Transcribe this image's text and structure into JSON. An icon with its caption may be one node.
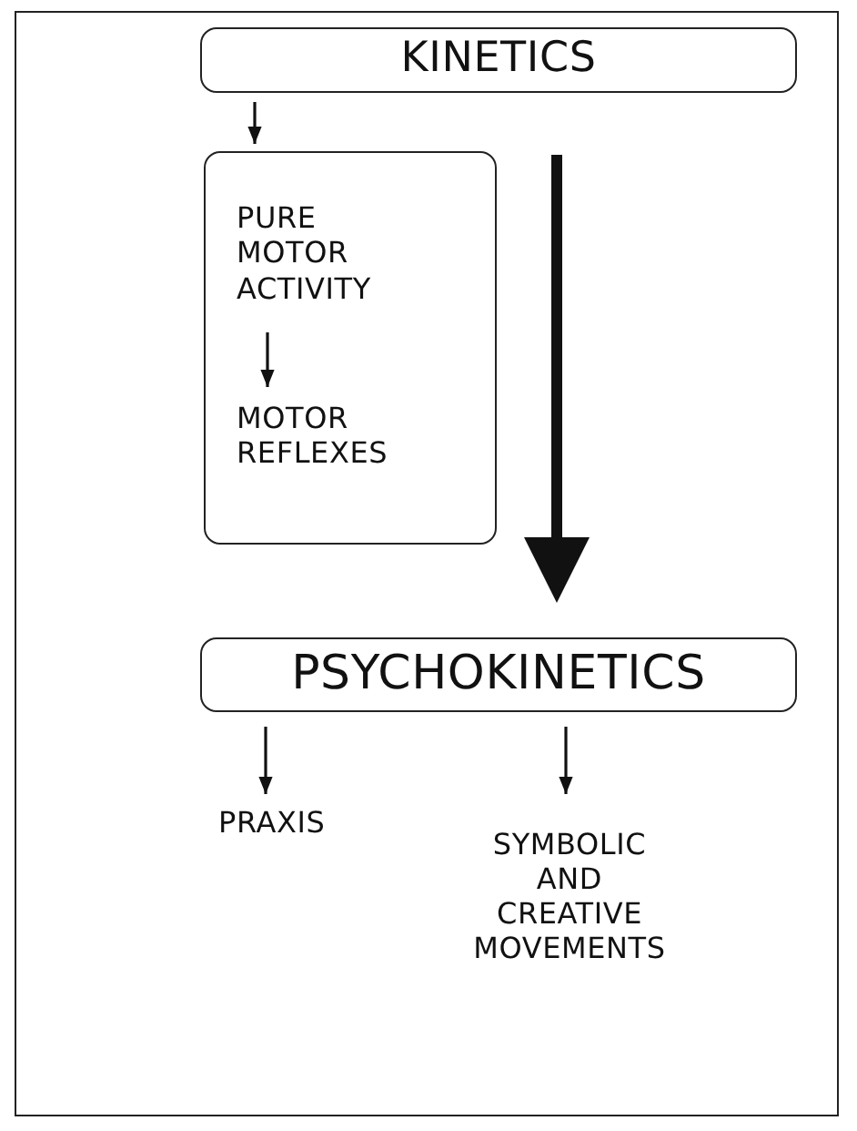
{
  "diagram": {
    "nodes": [
      {
        "text": [
          "KINETICS"
        ]
      },
      {
        "text": [],
        "shape": "box"
      },
      {
        "text": [
          "PURE MOTOR ACTIVITY"
        ],
        "in": 1
      },
      {
        "text": [
          "MOTOR REFLEXES"
        ],
        "in": 1
      },
      {
        "text": [
          "PSYCHOKINETICS"
        ]
      },
      {
        "text": [
          "PRAXIS"
        ]
      },
      {
        "text": [
          "SYMBOLIC AND CREATIVE MOVEMENTS"
        ]
      }
    ],
    "edges": [
      {
        "from": 0,
        "to": 1,
        "arrow": "to"
      },
      {
        "from": 0,
        "to": 4,
        "arrow": "to",
        "style": "thick"
      },
      {
        "from": 2,
        "to": 3,
        "arrow": "to"
      },
      {
        "from": 4,
        "to": 5,
        "arrow": "to"
      },
      {
        "from": 4,
        "to": 6,
        "arrow": "to"
      }
    ]
  }
}
